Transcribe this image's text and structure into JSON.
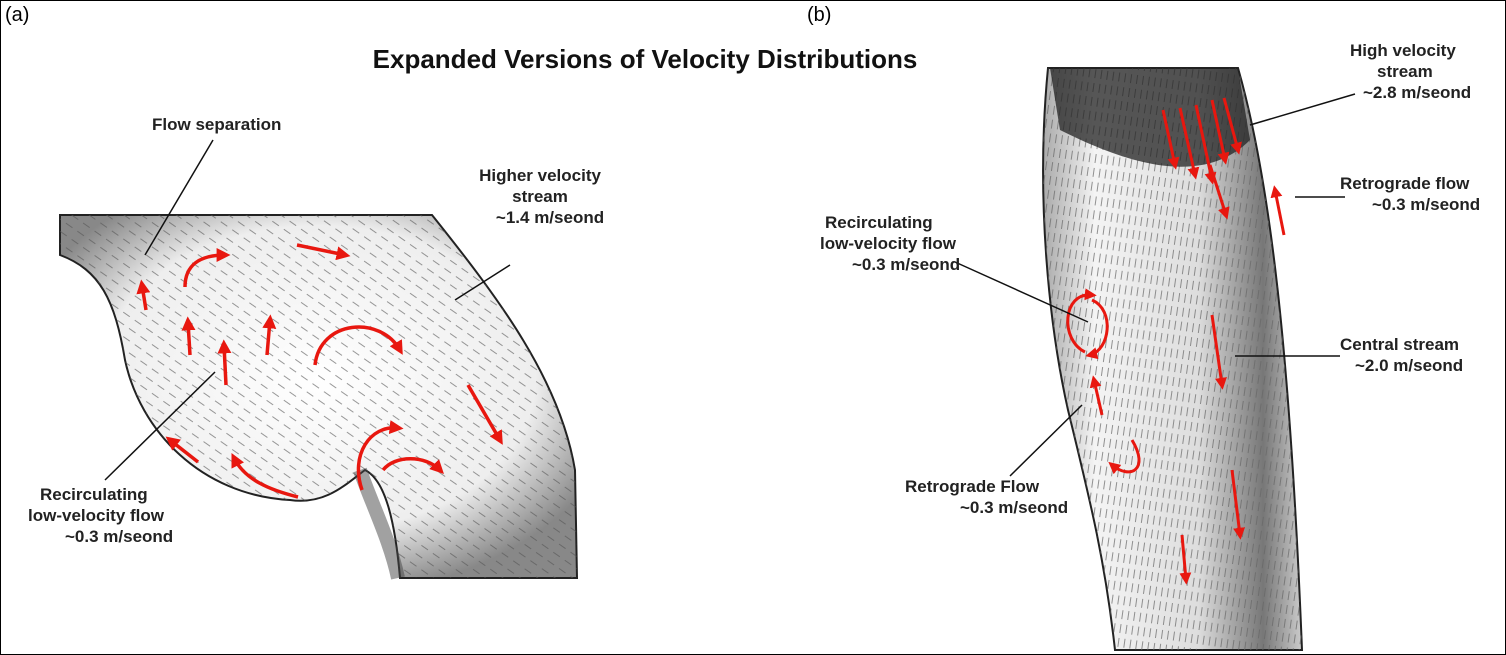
{
  "figure": {
    "title": "Expanded Versions of Velocity Distributions",
    "panel_a": {
      "label": "(a)",
      "annotations": {
        "flow_separation": "Flow separation",
        "higher_velocity": [
          "Higher velocity",
          "stream",
          "~1.4 m/seond"
        ],
        "recirculating": [
          "Recirculating",
          "low-velocity flow",
          "~0.3 m/seond"
        ]
      }
    },
    "panel_b": {
      "label": "(b)",
      "annotations": {
        "high_velocity": [
          "High velocity",
          "stream",
          "~2.8 m/seond"
        ],
        "retrograde_top": [
          "Retrograde flow",
          "~0.3 m/seond"
        ],
        "recirculating": [
          "Recirculating",
          "low-velocity flow",
          "~0.3 m/seond"
        ],
        "central_stream": [
          "Central stream",
          "~2.0 m/seond"
        ],
        "retrograde_bottom": [
          "Retrograde Flow",
          "~0.3 m/seond"
        ]
      }
    },
    "colors": {
      "arrow": "#e8170f",
      "wall": "#222222"
    }
  }
}
